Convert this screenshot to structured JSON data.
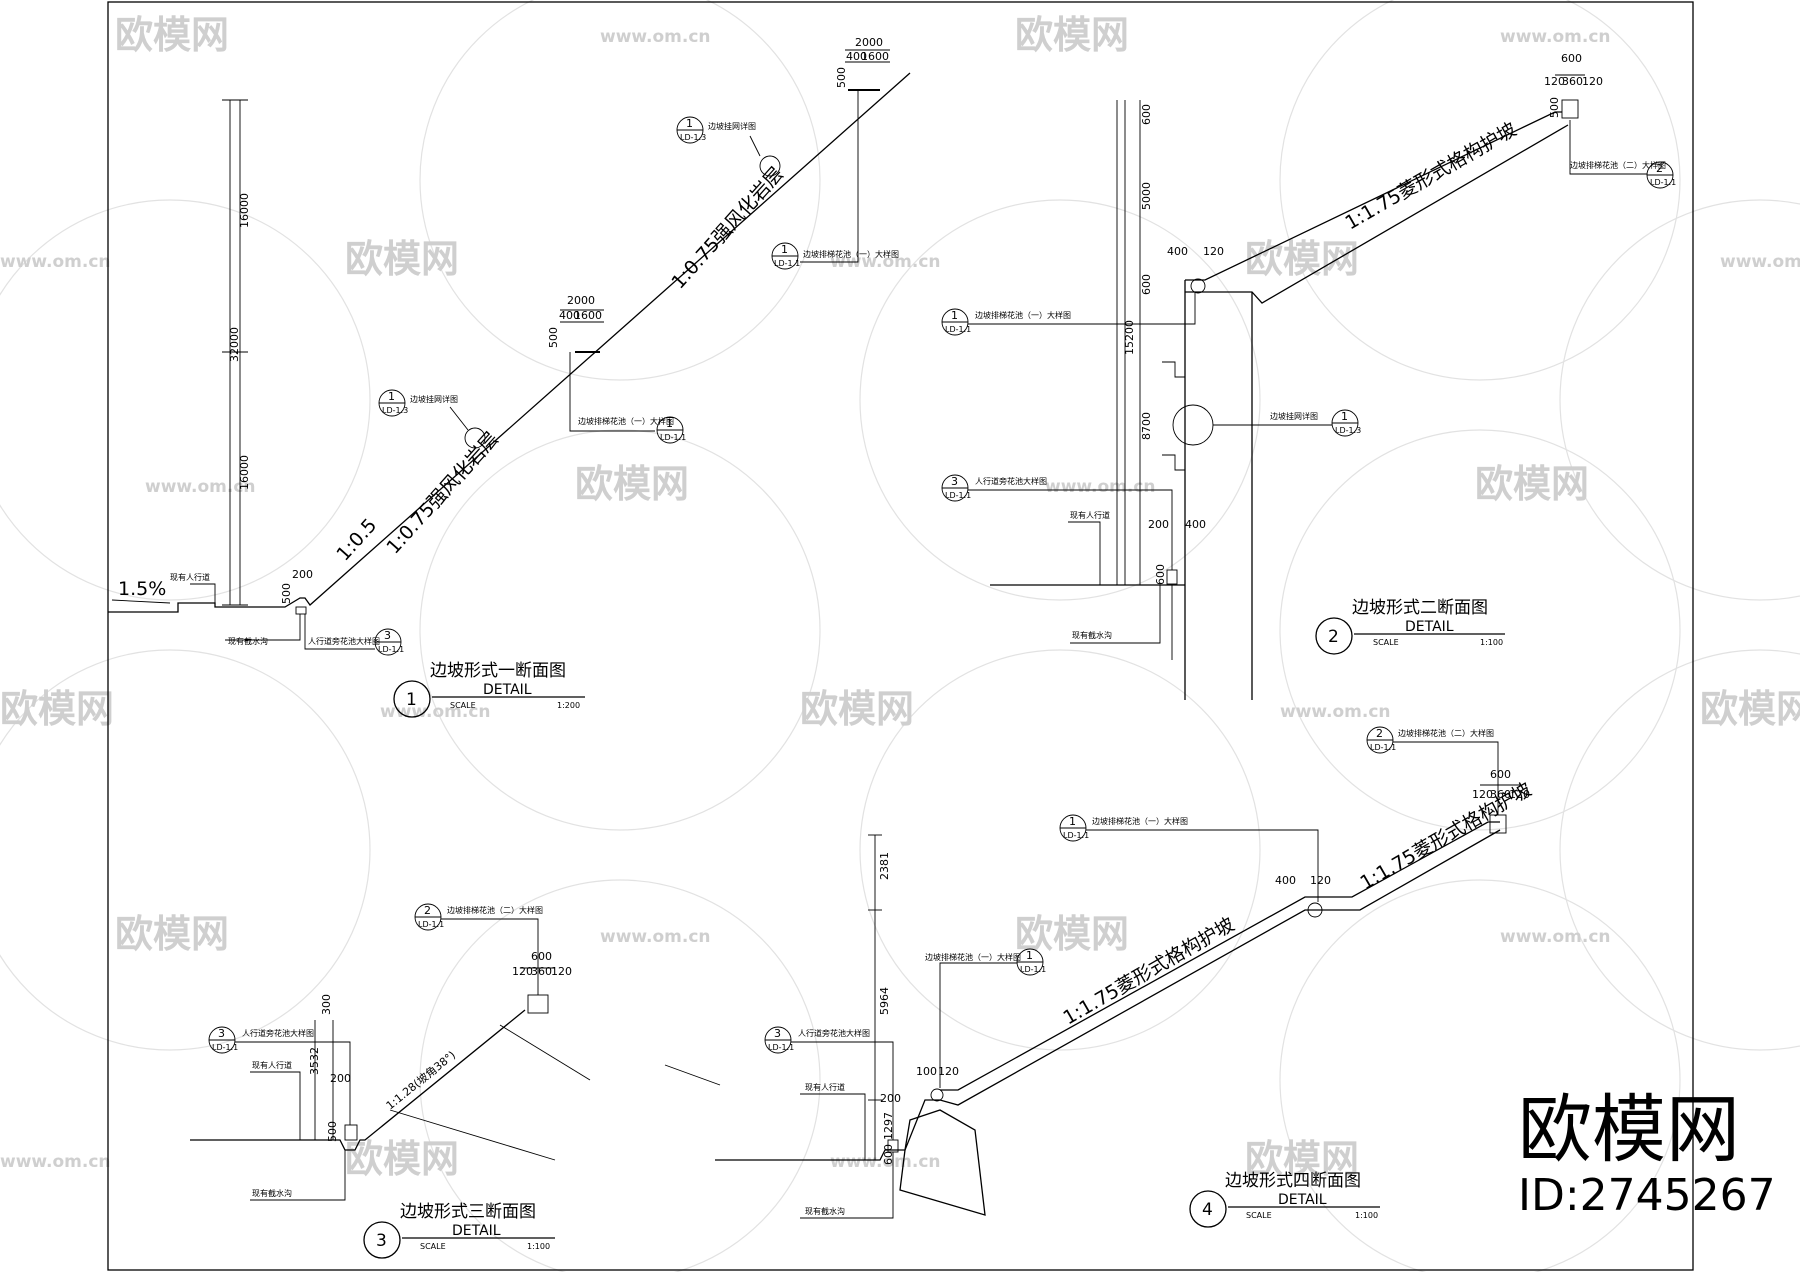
{
  "watermark": {
    "site": "www.om.cn",
    "brand": "欧模网",
    "brand_big": "欧模网",
    "id": "ID:2745267"
  },
  "common": {
    "detail": "DETAIL",
    "scale": "SCALE",
    "ref_ld11": "LD-1.1",
    "ref_ld13": "LD-1.3",
    "lbl_net_detail": "边坡挂网详图",
    "lbl_plant_1": "边坡排梯花池（一）大样图",
    "lbl_plant_2": "边坡排梯花池（二）大样图",
    "lbl_walkway_plant": "人行道旁花池大样图",
    "lbl_existing_walk": "现有人行道",
    "lbl_existing_ditch": "现有截水沟"
  },
  "section1": {
    "title": "边坡形式一断面图",
    "num": "1",
    "scale_val": "1:200",
    "slope_upper": "1:0.75强风化岩层",
    "slope_lower": "1:0.75强风化岩层",
    "slope_lower2": "1:0.5",
    "grade": "1.5%",
    "dims": {
      "d16000a": "16000",
      "d32000": "32000",
      "d16000b": "16000",
      "d2000a": "2000",
      "d400a": "400",
      "d1600a": "1600",
      "d500a": "500",
      "d2000b": "2000",
      "d400b": "400",
      "d1600b": "1600",
      "d500b": "500",
      "d200": "200",
      "d500c": "500"
    }
  },
  "section2": {
    "title": "边坡形式二断面图",
    "num": "2",
    "scale_val": "1:100",
    "slope": "1:1.75菱形式格构护坡",
    "dims": {
      "d600top": "600",
      "d600": "600",
      "d120a": "120",
      "d360": "360",
      "d120b": "120",
      "d500": "500",
      "d5000": "5000",
      "d600b": "600",
      "d15200": "15200",
      "d8700": "8700",
      "d400": "400",
      "d120c": "120",
      "d200": "200",
      "d400b": "400",
      "d600c": "600"
    }
  },
  "section3": {
    "title": "边坡形式三断面图",
    "num": "3",
    "scale_val": "1:100",
    "slope": "1:1.28(坡角38°)",
    "dims": {
      "d600": "600",
      "d120a": "120",
      "d360": "360",
      "d120b": "120",
      "d300": "300",
      "d3532": "3532",
      "d200": "200",
      "d500": "500"
    }
  },
  "section4": {
    "title": "边坡形式四断面图",
    "num": "4",
    "scale_val": "1:100",
    "slope_lower": "1:1.75菱形式格构护坡",
    "slope_upper": "1:1.75菱形式格构护坡",
    "dims": {
      "d2381": "2381",
      "d5964": "5964",
      "d1297": "1297",
      "d600": "600",
      "d200": "200",
      "d100": "100",
      "d120": "120",
      "d400": "400",
      "d120b": "120",
      "d600top": "600",
      "d120c": "120",
      "d360": "360",
      "d120d": "120"
    }
  }
}
